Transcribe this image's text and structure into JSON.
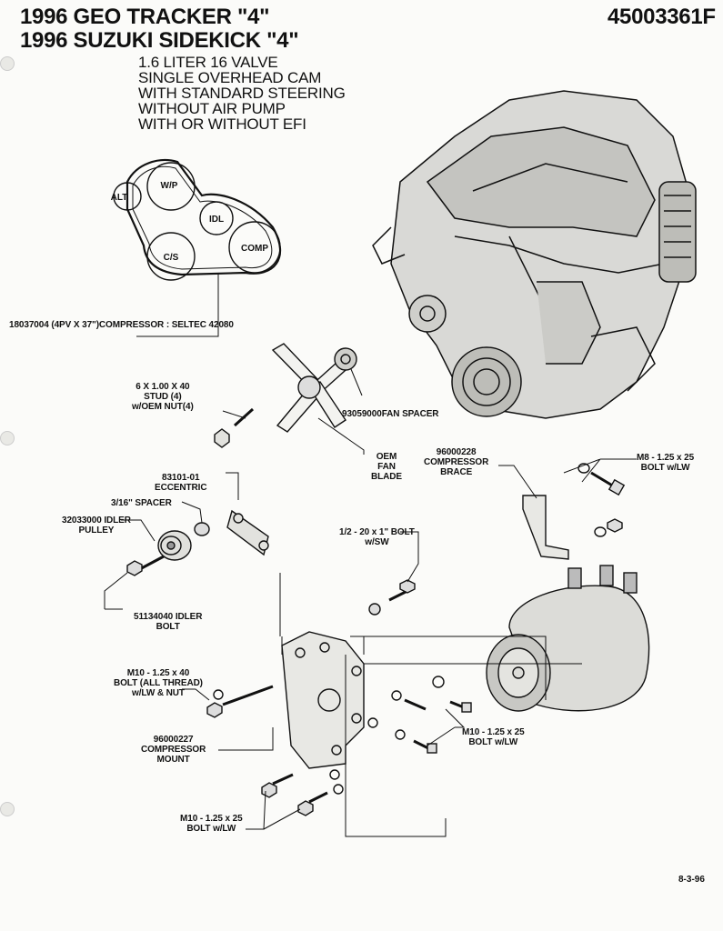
{
  "header": {
    "title_line1": "1996 GEO TRACKER \"4\"",
    "title_line2": "1996 SUZUKI SIDEKICK \"4\"",
    "part_number": "45003361F"
  },
  "specs": [
    "1.6 LITER  16 VALVE",
    "SINGLE OVERHEAD CAM",
    "WITH STANDARD STEERING",
    "WITHOUT AIR PUMP",
    "WITH OR WITHOUT EFI"
  ],
  "belt_diagram": {
    "pulleys": {
      "alt": "ALT",
      "wp": "W/P",
      "idl": "IDL",
      "cs": "C/S",
      "comp": "COMP"
    },
    "belt_label": "18037004 (4PV X 37\")COMPRESSOR : SELTEC 42080"
  },
  "labels": {
    "stud": "6 X 1.00 X 40\nSTUD (4)\nw/OEM NUT(4)",
    "fan_spacer": "93059000FAN SPACER",
    "oem_fan_blade": "OEM\nFAN\nBLADE",
    "compressor_brace": "96000228\nCOMPRESSOR\nBRACE",
    "m8_bolt": "M8 - 1.25 x 25\nBOLT w/LW",
    "eccentric": "83101-01\nECCENTRIC",
    "spacer": "3/16\" SPACER",
    "idler_pulley": "32033000 IDLER\nPULLEY",
    "half_bolt": "1/2 - 20 x 1\" BOLT\nw/SW",
    "idler_bolt": "51134040 IDLER\nBOLT",
    "m10_40_bolt": "M10 - 1.25 x 40\nBOLT (ALL THREAD)\nw/LW & NUT",
    "compressor_mount": "96000227\nCOMPRESSOR\nMOUNT",
    "m10_25_bolt_right": "M10 - 1.25 x 25\nBOLT w/LW",
    "m10_25_bolt_bottom": "M10 - 1.25 x 25\nBOLT w/LW"
  },
  "footer": {
    "date": "8-3-96"
  }
}
